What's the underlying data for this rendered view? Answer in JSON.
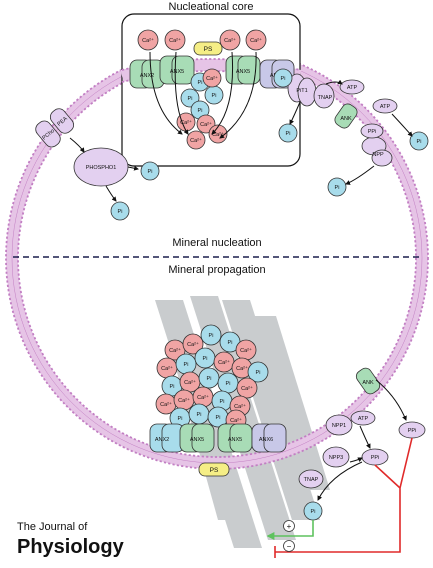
{
  "titles": {
    "nucleational_core": "Nucleational core",
    "mineral_nucleation": "Mineral nucleation",
    "mineral_propagation": "Mineral propagation"
  },
  "molecules": {
    "ca": "Ca²⁺",
    "pi": "Pi",
    "ppi": "PPi",
    "atp": "ATP",
    "ps": "PS"
  },
  "proteins": {
    "anx2": "ANX2",
    "anx5": "ANX5",
    "anx6": "ANX6",
    "pit1": "PiT1",
    "tnap": "TNAP",
    "npp": "NPP",
    "npp1": "NPP1",
    "npp3": "NPP3",
    "ank": "ANK",
    "phospho1": "PHOSPHO1",
    "pcho": "PCho",
    "pea": "PEA"
  },
  "regulation": {
    "plus": "+",
    "minus": "−"
  },
  "brand": {
    "line1": "The Journal of",
    "line2": "Physiology"
  },
  "colors": {
    "membrane": "#c27fc3",
    "ca_fill": "#f0a4a4",
    "pi_fill": "#a8dceb",
    "anx_fill": "#a8dcb6",
    "phospho1_fill": "#e3d0f0",
    "ps_fill": "#f5ee86",
    "collagen": "#b8bcbe",
    "activation": "#5ec25e",
    "inhibition": "#e02a2a"
  }
}
